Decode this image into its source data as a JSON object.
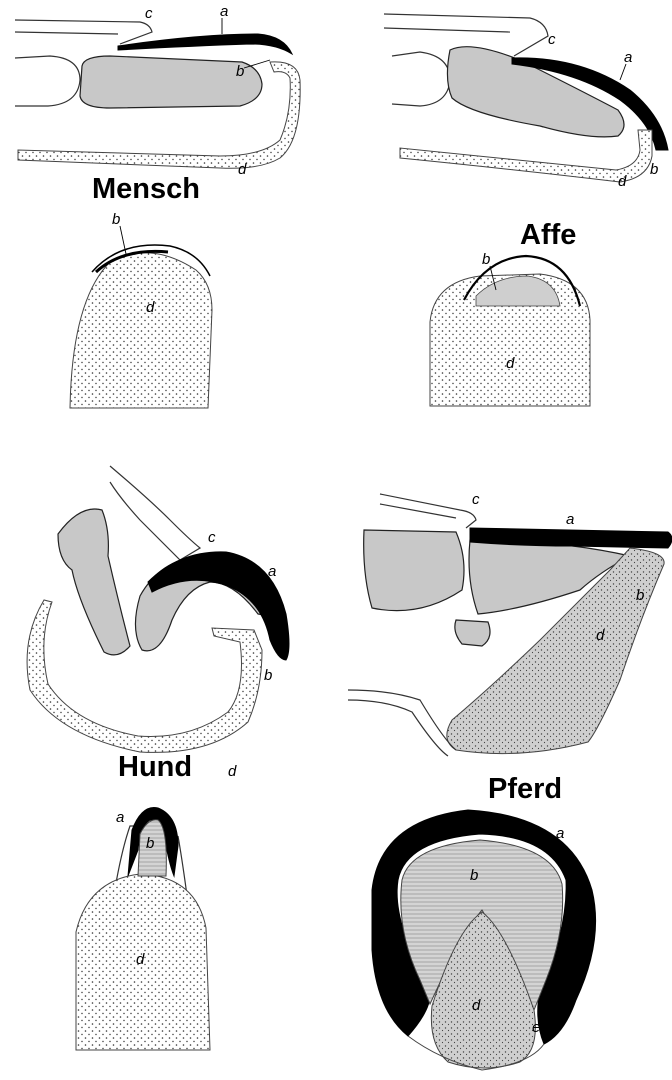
{
  "panels": {
    "mensch": {
      "title": "Mensch"
    },
    "affe": {
      "title": "Affe"
    },
    "hund": {
      "title": "Hund"
    },
    "pferd": {
      "title": "Pferd"
    }
  },
  "labels": {
    "a": "a",
    "b": "b",
    "c": "c",
    "d": "d",
    "e": "e"
  },
  "colors": {
    "bone": "#c8c8c8",
    "nail": "#000000",
    "background": "#ffffff"
  }
}
